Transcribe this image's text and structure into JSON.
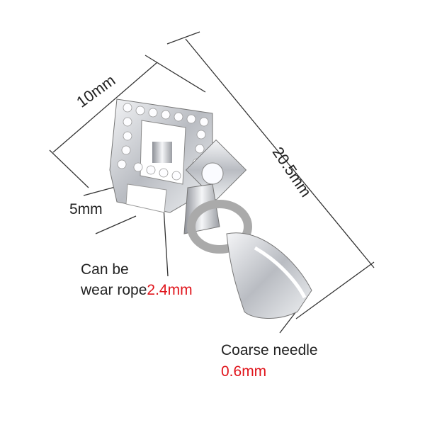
{
  "dimensions": {
    "width_label": "10mm",
    "length_label": "20.5mm",
    "thickness_label": "5mm",
    "rope_label_line1": "Can be",
    "rope_label_line2": "wear rope",
    "rope_value": "2.4mm",
    "needle_label": "Coarse needle",
    "needle_value": "0.6mm"
  },
  "colors": {
    "accent_red": "#e0141b",
    "line": "#333333",
    "silver": "#c9cbd0"
  }
}
